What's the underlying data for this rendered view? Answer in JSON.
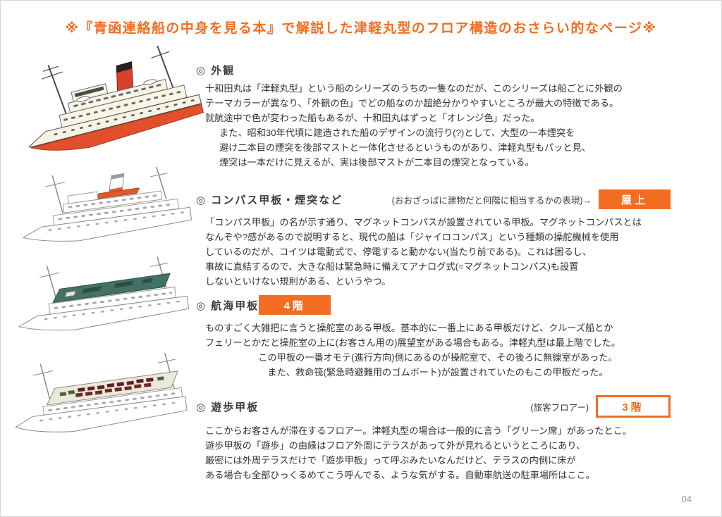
{
  "colors": {
    "accent": "#f26d21",
    "text": "#333333",
    "heading": "#3d3d3d",
    "muted": "#999999",
    "ship_orange": "#e1502a",
    "funnel_red": "#d8402c",
    "deck_teal": "#447165",
    "seat_maroon": "#5c2125"
  },
  "page": {
    "title": "※『青函連絡船の中身を見る本』で解説した津軽丸型のフロア構造のおさらい的なページ※",
    "page_number": "04"
  },
  "sections": [
    {
      "heading": "◎ 外観",
      "body": "十和田丸は「津軽丸型」という船のシリーズのうちの一隻なのだが、このシリーズは船ごとに外観の\nテーマカラーが異なり、「外観の色」でどの船なのか超絶分かりやすいところが最大の特徴である。\n就航途中で色が変わった船もあるが、十和田丸はずっと「オレンジ色」だった。",
      "body2": "また、昭和30年代頃に建造された船のデザインの流行り(?)として、大型の一本煙突を\n避け二本目の煙突を後部マストと一体化させるというものがあり、津軽丸型もパッと見、\n煙突は一本だけに見えるが、実は後部マストが二本目の煙突となっている。"
    },
    {
      "heading": "◎ コンパス甲板・煙突など",
      "note": "(おおざっぱに建物だと何階に相当するかの表現)→",
      "badge": "屋上",
      "body": "「コンパス甲板」の名が示す通り、マグネットコンパスが設置されている甲板。マグネットコンパスとは\nなんぞや?感があるので説明すると、現代の船は「ジャイロコンパス」という種類の操舵機械を使用\nしているのだが、コイツは電動式で、停電すると動かない(当たり前である)。これは困るし、\n事故に直結するので、大きな船は緊急時に備えてアナログ式(=マグネットコンパス)も設置\nしないといけない規則がある、というやつ。"
    },
    {
      "heading": "◎ 航海甲板",
      "badge": "4階",
      "body": "ものすごく大雑把に言うと操舵室のある甲板。基本的に一番上にある甲板だけど、クルーズ船とか\nフェリーとかだと操舵室の上に(お客さん用の)展望室がある場合もある。津軽丸型は最上階でした。",
      "body2": "この甲板の一番オモテ(進行方向)側にあるのが操舵室で、その後ろに無線室があった。\nまた、救命筏(緊急時避難用のゴムボート)が設置されていたのもこの甲板だった。"
    },
    {
      "heading": "◎ 遊歩甲板",
      "note": "(旅客フロアー)",
      "badge": "3階",
      "body": "ここからお客さんが滞在するフロアー。津軽丸型の場合は一般的に言う「グリーン席」があったとこ。\n遊歩甲板の「遊歩」の由縁はフロア外周にテラスがあって外が見れるというところにあり、\n厳密には外周テラスだけで「遊歩甲板」って呼ぶみたいなんだけど、テラスの内側に床が\nある場合も全部ひっくるめてこう呼んでる、ような気がする。自動車航送の駐車場所はここ。"
    }
  ],
  "illustrations": [
    {
      "name": "ship-exterior-color-illustration"
    },
    {
      "name": "ship-compass-deck-illustration"
    },
    {
      "name": "ship-navigation-deck-illustration"
    },
    {
      "name": "ship-promenade-deck-illustration"
    }
  ]
}
